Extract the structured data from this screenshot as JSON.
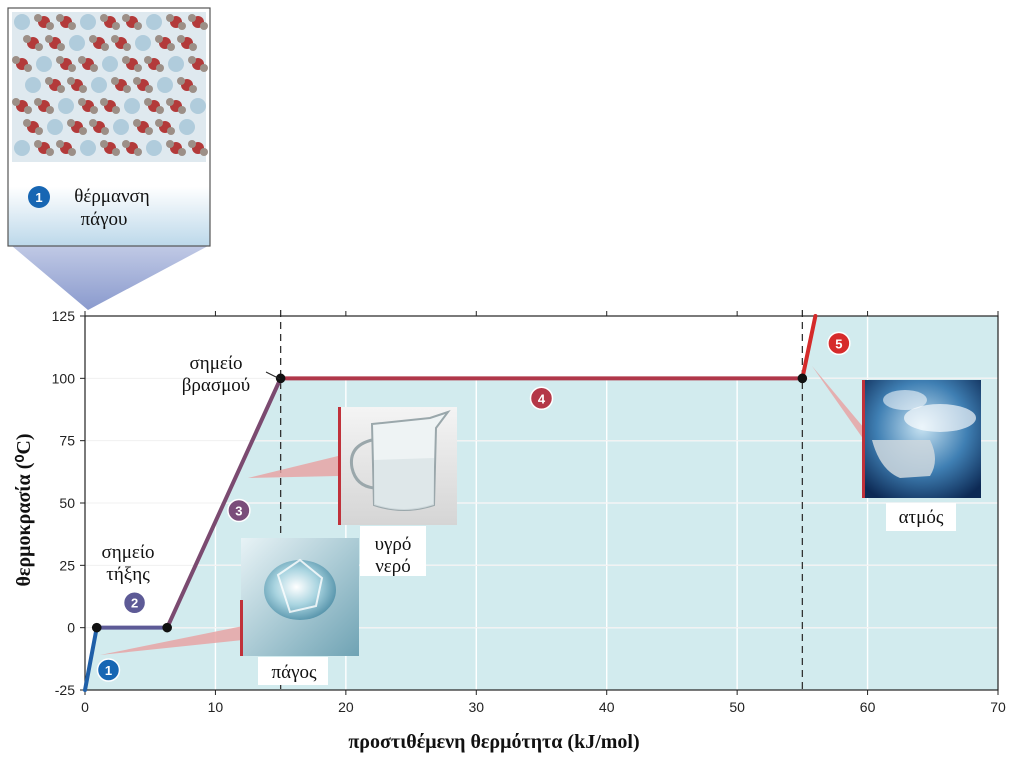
{
  "chart_data": {
    "type": "line",
    "xlabel": "προστιθέμενη θερμότητα (kJ/mol)",
    "ylabel": "θερμοκρασία (⁰C)",
    "xlim": [
      0,
      70
    ],
    "ylim": [
      -25,
      125
    ],
    "x_ticks": [
      0,
      10,
      20,
      30,
      40,
      50,
      60,
      70
    ],
    "y_ticks": [
      -25,
      0,
      25,
      50,
      75,
      100,
      125
    ],
    "grid": true,
    "series": [
      {
        "points": [
          [
            0,
            -25
          ],
          [
            0.9,
            0
          ],
          [
            6.3,
            0
          ],
          [
            15.0,
            100
          ],
          [
            55.0,
            100
          ],
          [
            56.0,
            125
          ]
        ],
        "segments": [
          {
            "stage": "1",
            "from": [
              0,
              -25
            ],
            "to": [
              0.9,
              0
            ],
            "color": "#1f5fa8"
          },
          {
            "stage": "2",
            "from": [
              0.9,
              0
            ],
            "to": [
              6.3,
              0
            ],
            "color": "#5d5a96"
          },
          {
            "stage": "3",
            "from": [
              6.3,
              0
            ],
            "to": [
              15.0,
              100
            ],
            "color": "#7b4a70"
          },
          {
            "stage": "4",
            "from": [
              15.0,
              100
            ],
            "to": [
              55.0,
              100
            ],
            "color": "#b0374a"
          },
          {
            "stage": "5",
            "from": [
              55.0,
              100
            ],
            "to": [
              56.0,
              125
            ],
            "color": "#d42a2a"
          }
        ]
      }
    ],
    "reference_lines_x": [
      15.0,
      55.0
    ],
    "badges": [
      {
        "label": "1",
        "x": 1.8,
        "y": -17,
        "color": "#1766b3"
      },
      {
        "label": "2",
        "x": 3.8,
        "y": 10,
        "color": "#5d5a96"
      },
      {
        "label": "3",
        "x": 11.8,
        "y": 47,
        "color": "#7a4d7a"
      },
      {
        "label": "4",
        "x": 35.0,
        "y": 92,
        "color": "#b43747"
      },
      {
        "label": "5",
        "x": 57.8,
        "y": 114,
        "color": "#d62b2b"
      }
    ],
    "annotations": {
      "melting_point": "σημείο\nτήξης",
      "boiling_point": "σημείο\nβρασμού",
      "ice": "πάγος",
      "liquid_water": "υγρό\nνερό",
      "steam": "ατμός"
    },
    "colors": {
      "plot_bg_heated": "#d2ebee",
      "grid": "#ffffff",
      "axis": "#222222"
    }
  },
  "inset": {
    "badge": "1",
    "caption": "θέρμανση\nπάγου"
  }
}
